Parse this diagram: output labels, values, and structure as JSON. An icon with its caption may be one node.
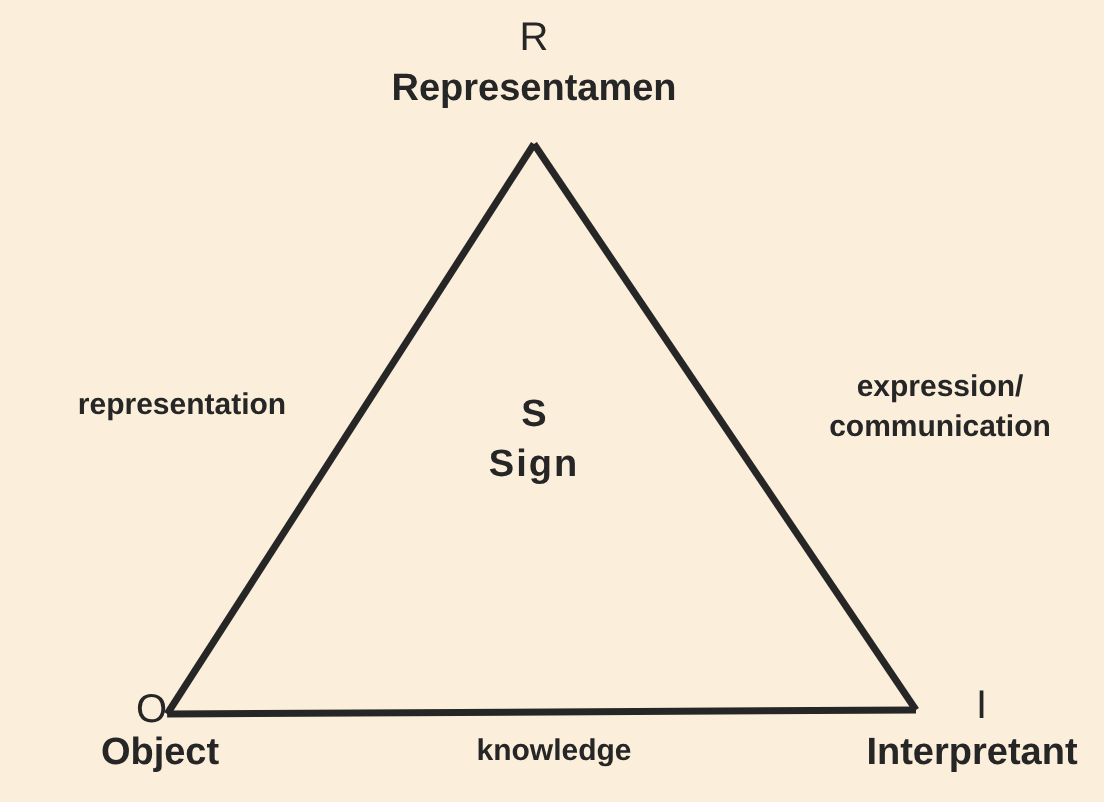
{
  "diagram": {
    "nodes": [
      {
        "text": [
          "R",
          "Representamen"
        ]
      },
      {
        "text": [
          "O"
        ],
        "beside": [
          "Object"
        ]
      },
      {
        "text": [
          "I"
        ],
        "beside": [
          "Interpretant"
        ]
      }
    ],
    "edges": [
      {
        "from": 1,
        "to": 0,
        "arrow": "none",
        "label": "representation"
      },
      {
        "from": 0,
        "to": 2,
        "arrow": "none",
        "label": "expression/ communication"
      },
      {
        "from": 1,
        "to": 2,
        "arrow": "none",
        "label": "knowledge"
      }
    ],
    "labels": [
      "S",
      "Sign"
    ]
  }
}
